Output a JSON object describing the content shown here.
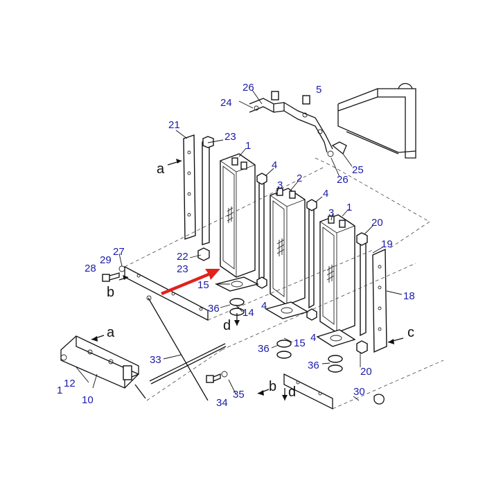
{
  "diagram": {
    "callouts": [
      "1",
      "2",
      "3",
      "4",
      "5",
      "10",
      "12",
      "14",
      "15",
      "18",
      "19",
      "20",
      "21",
      "22",
      "23",
      "24",
      "25",
      "26",
      "27",
      "28",
      "29",
      "30",
      "33",
      "34",
      "35",
      "36"
    ],
    "letters": [
      "a",
      "b",
      "c",
      "d"
    ],
    "accent_color": "#e0221c",
    "callout_color": "#1a1aa8"
  }
}
